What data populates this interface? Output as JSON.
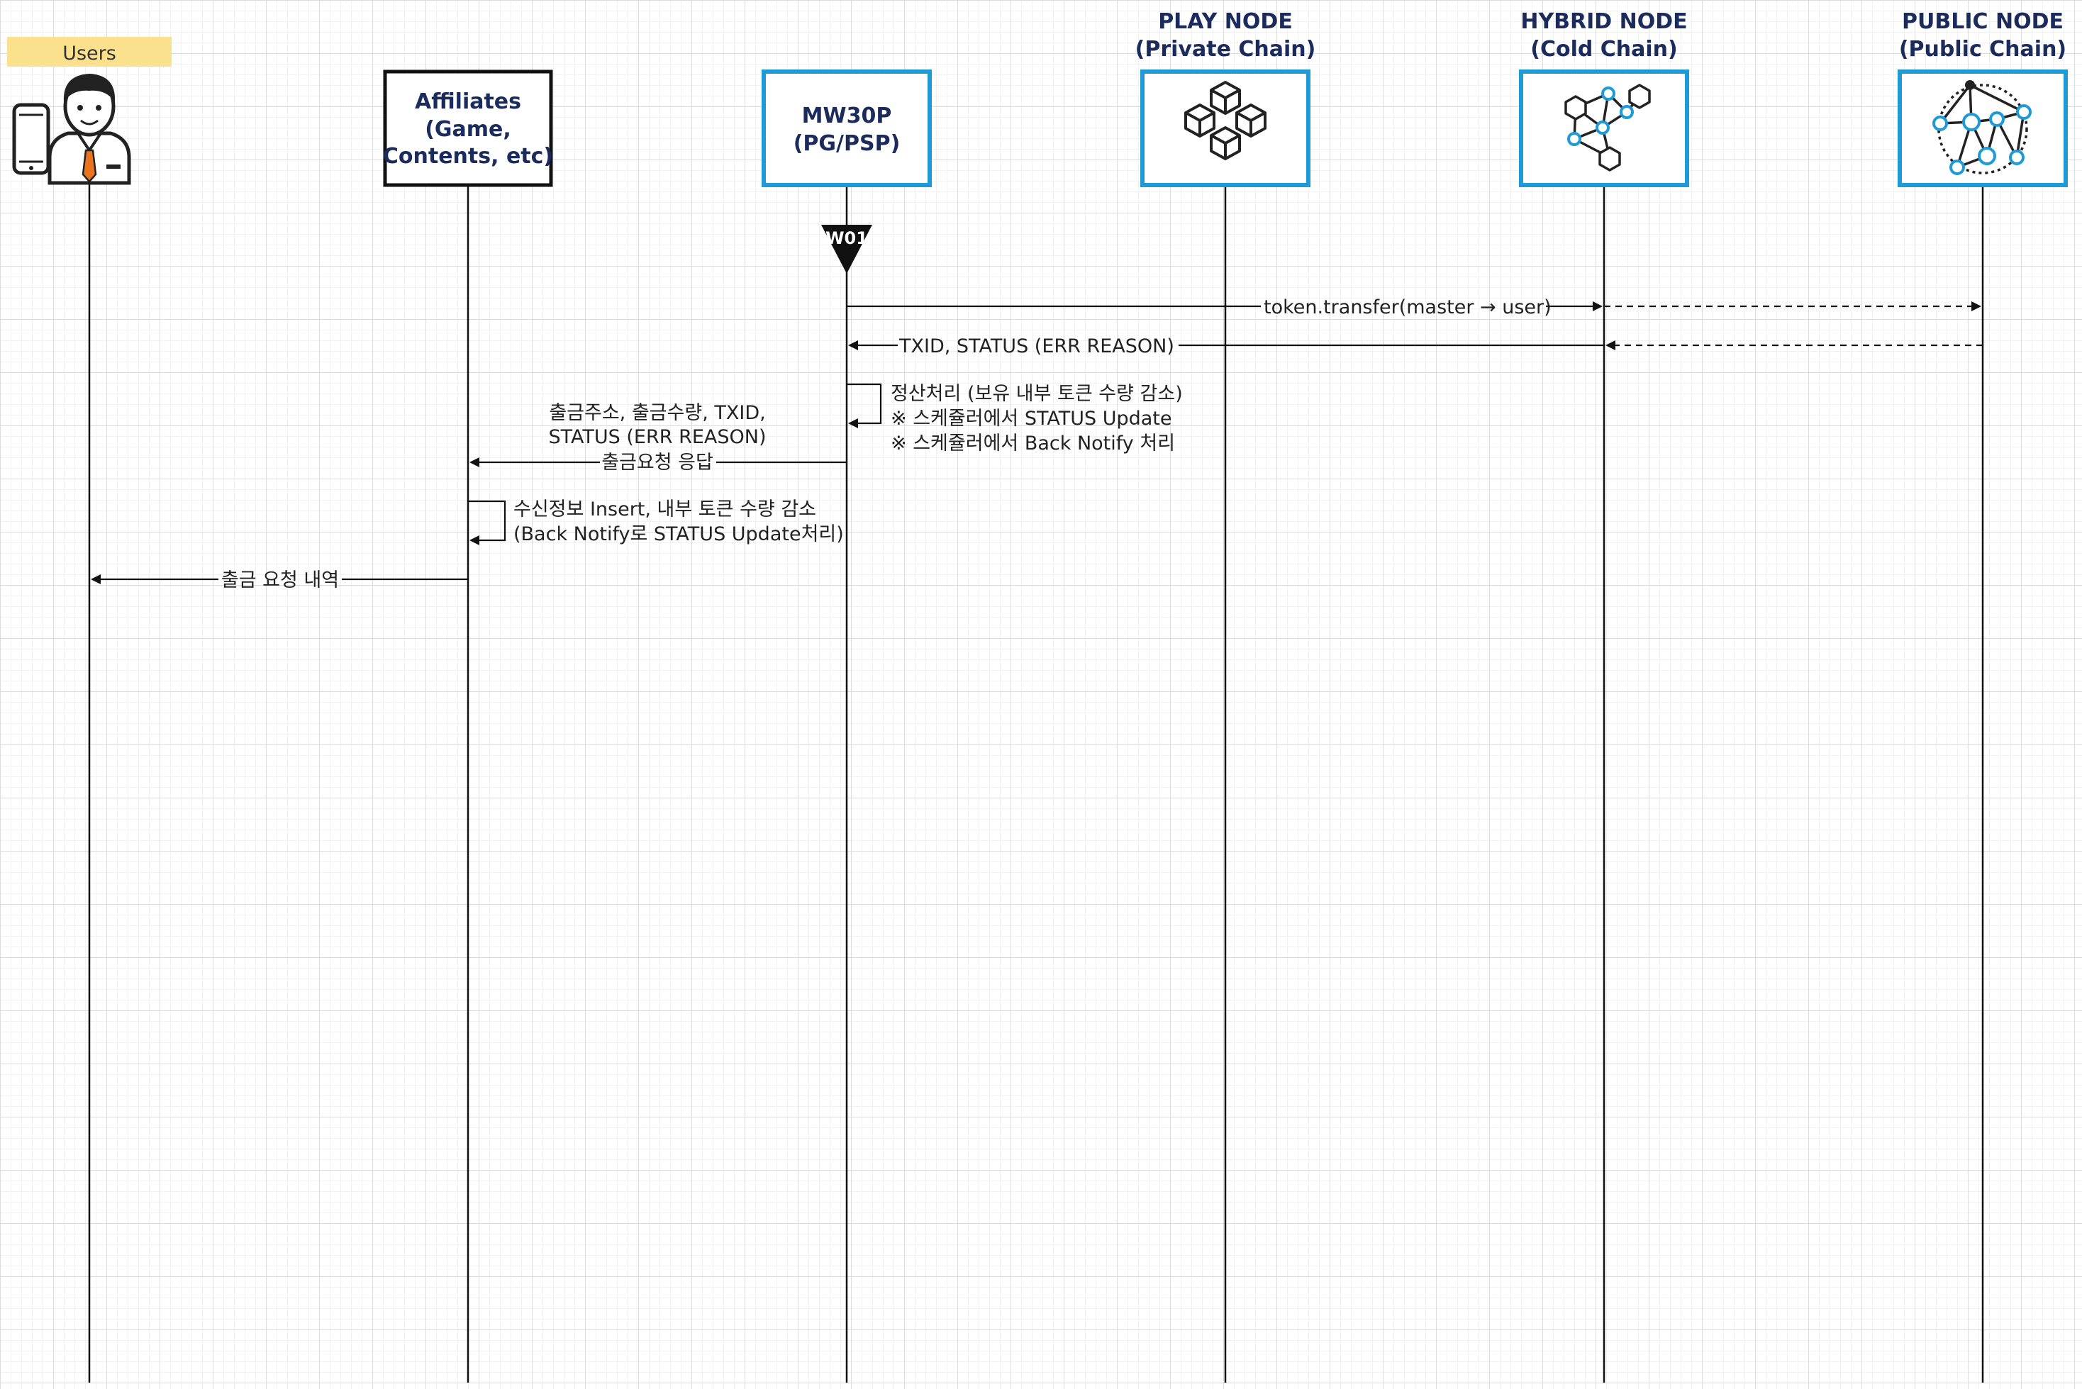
{
  "colors": {
    "accent": "#1e9bd7",
    "users_badge": "#fbe08e",
    "title": "#1b2b5c"
  },
  "participants": {
    "users": {
      "label": "Users"
    },
    "affiliates": {
      "line1": "Affiliates",
      "line2": "(Game,",
      "line3": "Contents, etc)"
    },
    "mw30p": {
      "line1": "MW30P",
      "line2": "(PG/PSP)"
    },
    "play_node": {
      "line1": "PLAY NODE",
      "line2": "(Private Chain)"
    },
    "hybrid_node": {
      "line1": "HYBRID NODE",
      "line2": "(Cold Chain)"
    },
    "public_node": {
      "line1": "PUBLIC NODE",
      "line2": "(Public Chain)"
    }
  },
  "marker": {
    "label": "W01"
  },
  "messages": {
    "m1": "token.transfer(master → user)",
    "m2": "TXID, STATUS (ERR REASON)",
    "m3": {
      "line1": "정산처리 (보유 내부 토큰 수량 감소)",
      "line2": "※ 스케쥴러에서 STATUS Update",
      "line3": "※ 스케쥴러에서 Back Notify 처리"
    },
    "m4": {
      "line1": "출금주소, 출금수량, TXID,",
      "line2": "STATUS (ERR REASON)",
      "line3": "출금요청 응답"
    },
    "m5": {
      "line1": "수신정보 Insert, 내부 토큰 수량 감소",
      "line2": "(Back Notify로 STATUS Update처리)"
    },
    "m6": "출금 요청 내역"
  }
}
